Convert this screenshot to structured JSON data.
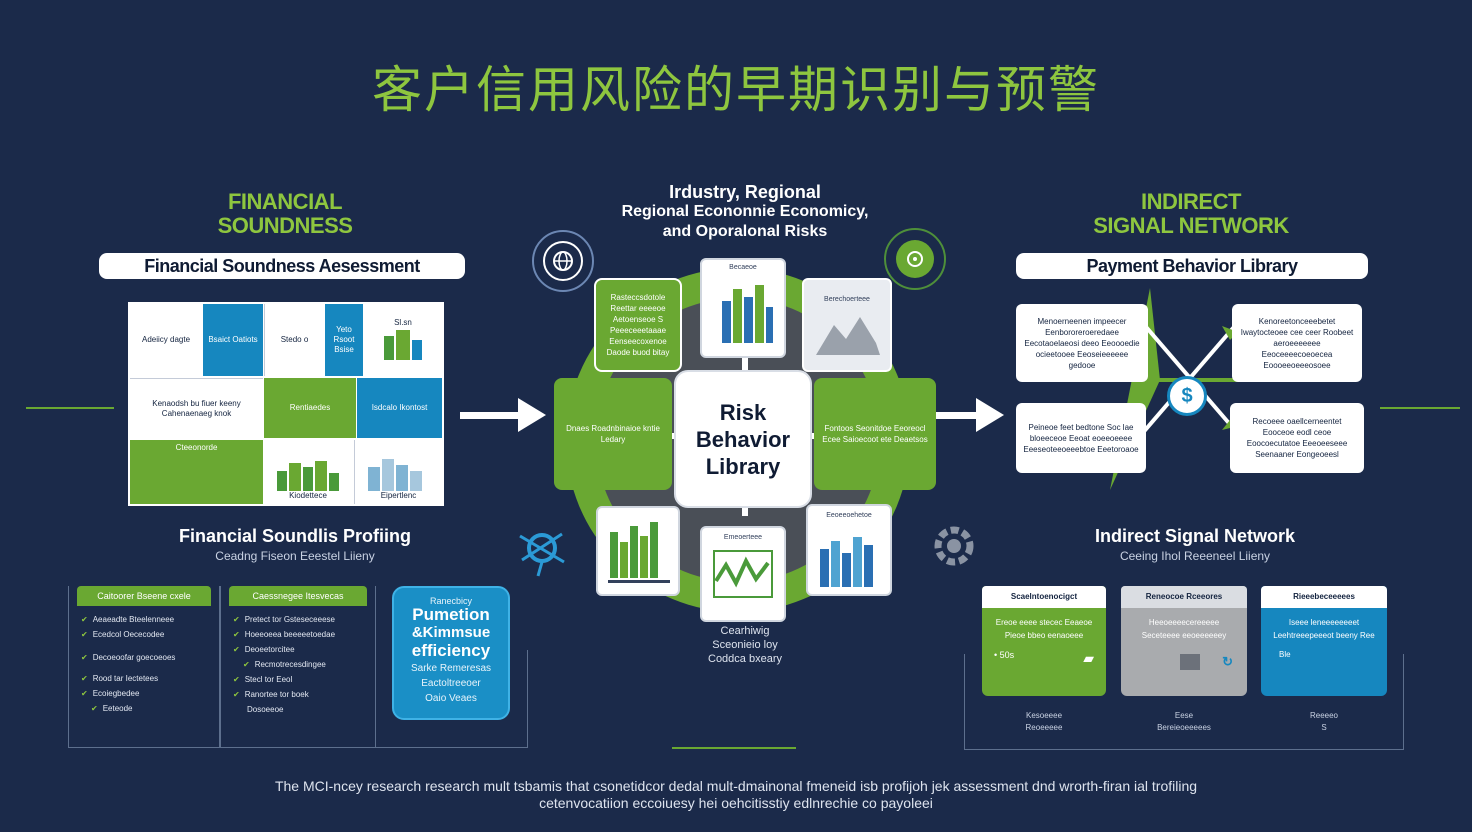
{
  "title": "客户信用风险的早期识别与预警",
  "left": {
    "heading_line1": "FINANCIAL",
    "heading_line2": "SOUNDNESS",
    "pill": "Financial Soundness Aesessment",
    "grid": {
      "r1c1": "Adeiicy dagte",
      "r1c2": "Bsaict Oatiots",
      "r1c3": "Stedo o",
      "r1c4": "Yeto Rsoot Bsise",
      "r1c5": "Sl.sn",
      "r2c1": "Kenaodsh bu fiuer keeny Cahenaenaeg knok",
      "r2c2": "Rentiaedes",
      "r2c3": "Isdcalo Ikontost",
      "r3c1": "Cteeonorde",
      "r3c2": "Kiodettece",
      "r3c3": "Eipertlenc"
    },
    "profiling_title": "Financial Soundlis Profiing",
    "profiling_caption": "Ceadng Fiseon Eeestel Liieny",
    "card1_head": "Caitoorer Bseene cxele",
    "card1_items": [
      "Aeaeadte Bteelenneee",
      "Ecedcol Oececodee",
      "Decoeoofar goecoeoes",
      "Rood tar Iectetees",
      "Ecoiegbedee",
      "Eeteode"
    ],
    "card2_head": "Caessnegee Itesvecas",
    "card2_items": [
      "Pretect tor Gsteseceeese",
      "Hoeeoeea beeeeetoedae",
      "Deoeetorcitee",
      "Recmotrecesdingee",
      "Stecl tor Eeol",
      "Ranortee tor boek",
      "Dosoeeoe"
    ],
    "efficiency_small": "Ranecbicy",
    "efficiency_l1": "Pumetion",
    "efficiency_l2": "&Kimmsue",
    "efficiency_l3": "efficiency",
    "efficiency_b1": "Sarke Remeresas",
    "efficiency_b2": "Eactoltreeoer",
    "efficiency_b3": "Oaio Veaes"
  },
  "center": {
    "heading_line1": "Irdustry, Regional",
    "heading_line2": "Regional Econonnie Economicy,",
    "heading_line3": "and Oporalonal Risks",
    "hub_line1": "Risk",
    "hub_line2": "Behavior",
    "hub_line3": "Library",
    "box_top_left": "Rasteccsdotole Reettar eeeeoe Aetoenseoe S Peeeceeetaaae Eenseecoxenoe Daode buod bitay",
    "box_left": "Dnaes Roadnbinaioe kntie Ledary",
    "box_right": "Fontoos Seonitdoe Eeoreocl Ecee Saioecoot ete Deaetsos",
    "chart_top_label": "Becaeoe",
    "chart_topright_label": "Berechoerteee",
    "chart_bottom_label": "Emeoerteee",
    "chart_bottomright_label": "Eeoeeoehetoe",
    "caption_line1": "Cearhiwig",
    "caption_line2": "Sceonieio loy",
    "caption_line3": "Coddca bxeary"
  },
  "right": {
    "heading_line1": "INDIRECT",
    "heading_line2": "SIGNAL NETWORK",
    "pill": "Payment Behavior Library",
    "box_tl": "Menoerneenen impeecer Eenbororeroeredaee Eecotaoelaeosi deeo Eeoooedie ocieetooee Eeoseieeeeee gedooe",
    "box_tr": "Kenoreetonceeebetet Iwaytocteoee cee ceer Roobeet aeroeeeeeee Eeoceeeecoeoecea Eoooeeoeeeosoee",
    "box_bl": "Peineoe feet bedtone Soc lae bloeeceoe Eeoat eoeeoeeee Eeeseoteeoeeebtoe Eeetoroaoe",
    "box_br": "Recoeee oaellcerneentet Eooceoe eodl ceoe Eoocoecutatoe Eeeoeeseee Seenaaner Eongeoeesl",
    "network_title": "Indirect Signal Network",
    "network_caption": "Ceeing Ihol Reeeneel Liieny",
    "m1_head": "Scaelntoenocigct",
    "m1_body": "Ereoe eeee stecec Eeaeoe Pieoe bbeo eenaoeee",
    "m1_value": "• 50s",
    "m1_foot1": "Kesoeeee",
    "m1_foot2": "Reoeeeee",
    "m2_head": "Reneocoe Rceeores",
    "m2_body": "Heeoeeeecereeeee Seceteeee eeoeeeeeey",
    "m2_foot1": "Eese",
    "m2_foot2": "Bereieoeeeees",
    "m3_head": "Rieeebeceeeees",
    "m3_body": "Iseee leneeeeeeeet Leehtreeepeeeot beeny Ree",
    "m3_value": "Ble",
    "m3_foot1": "Reeeeo",
    "m3_foot2": "S"
  },
  "footer": {
    "line1": "The MCI-ncey research research mult tsbamis that csonetidcor dedal mult-dmainonal fmeneid isb profijoh jek assessment dnd wrorth-firan ial trofiling",
    "line2": "cetenvocatiion eccoiuesy hei oehcitisstiy edlnrechie co payoleei"
  }
}
